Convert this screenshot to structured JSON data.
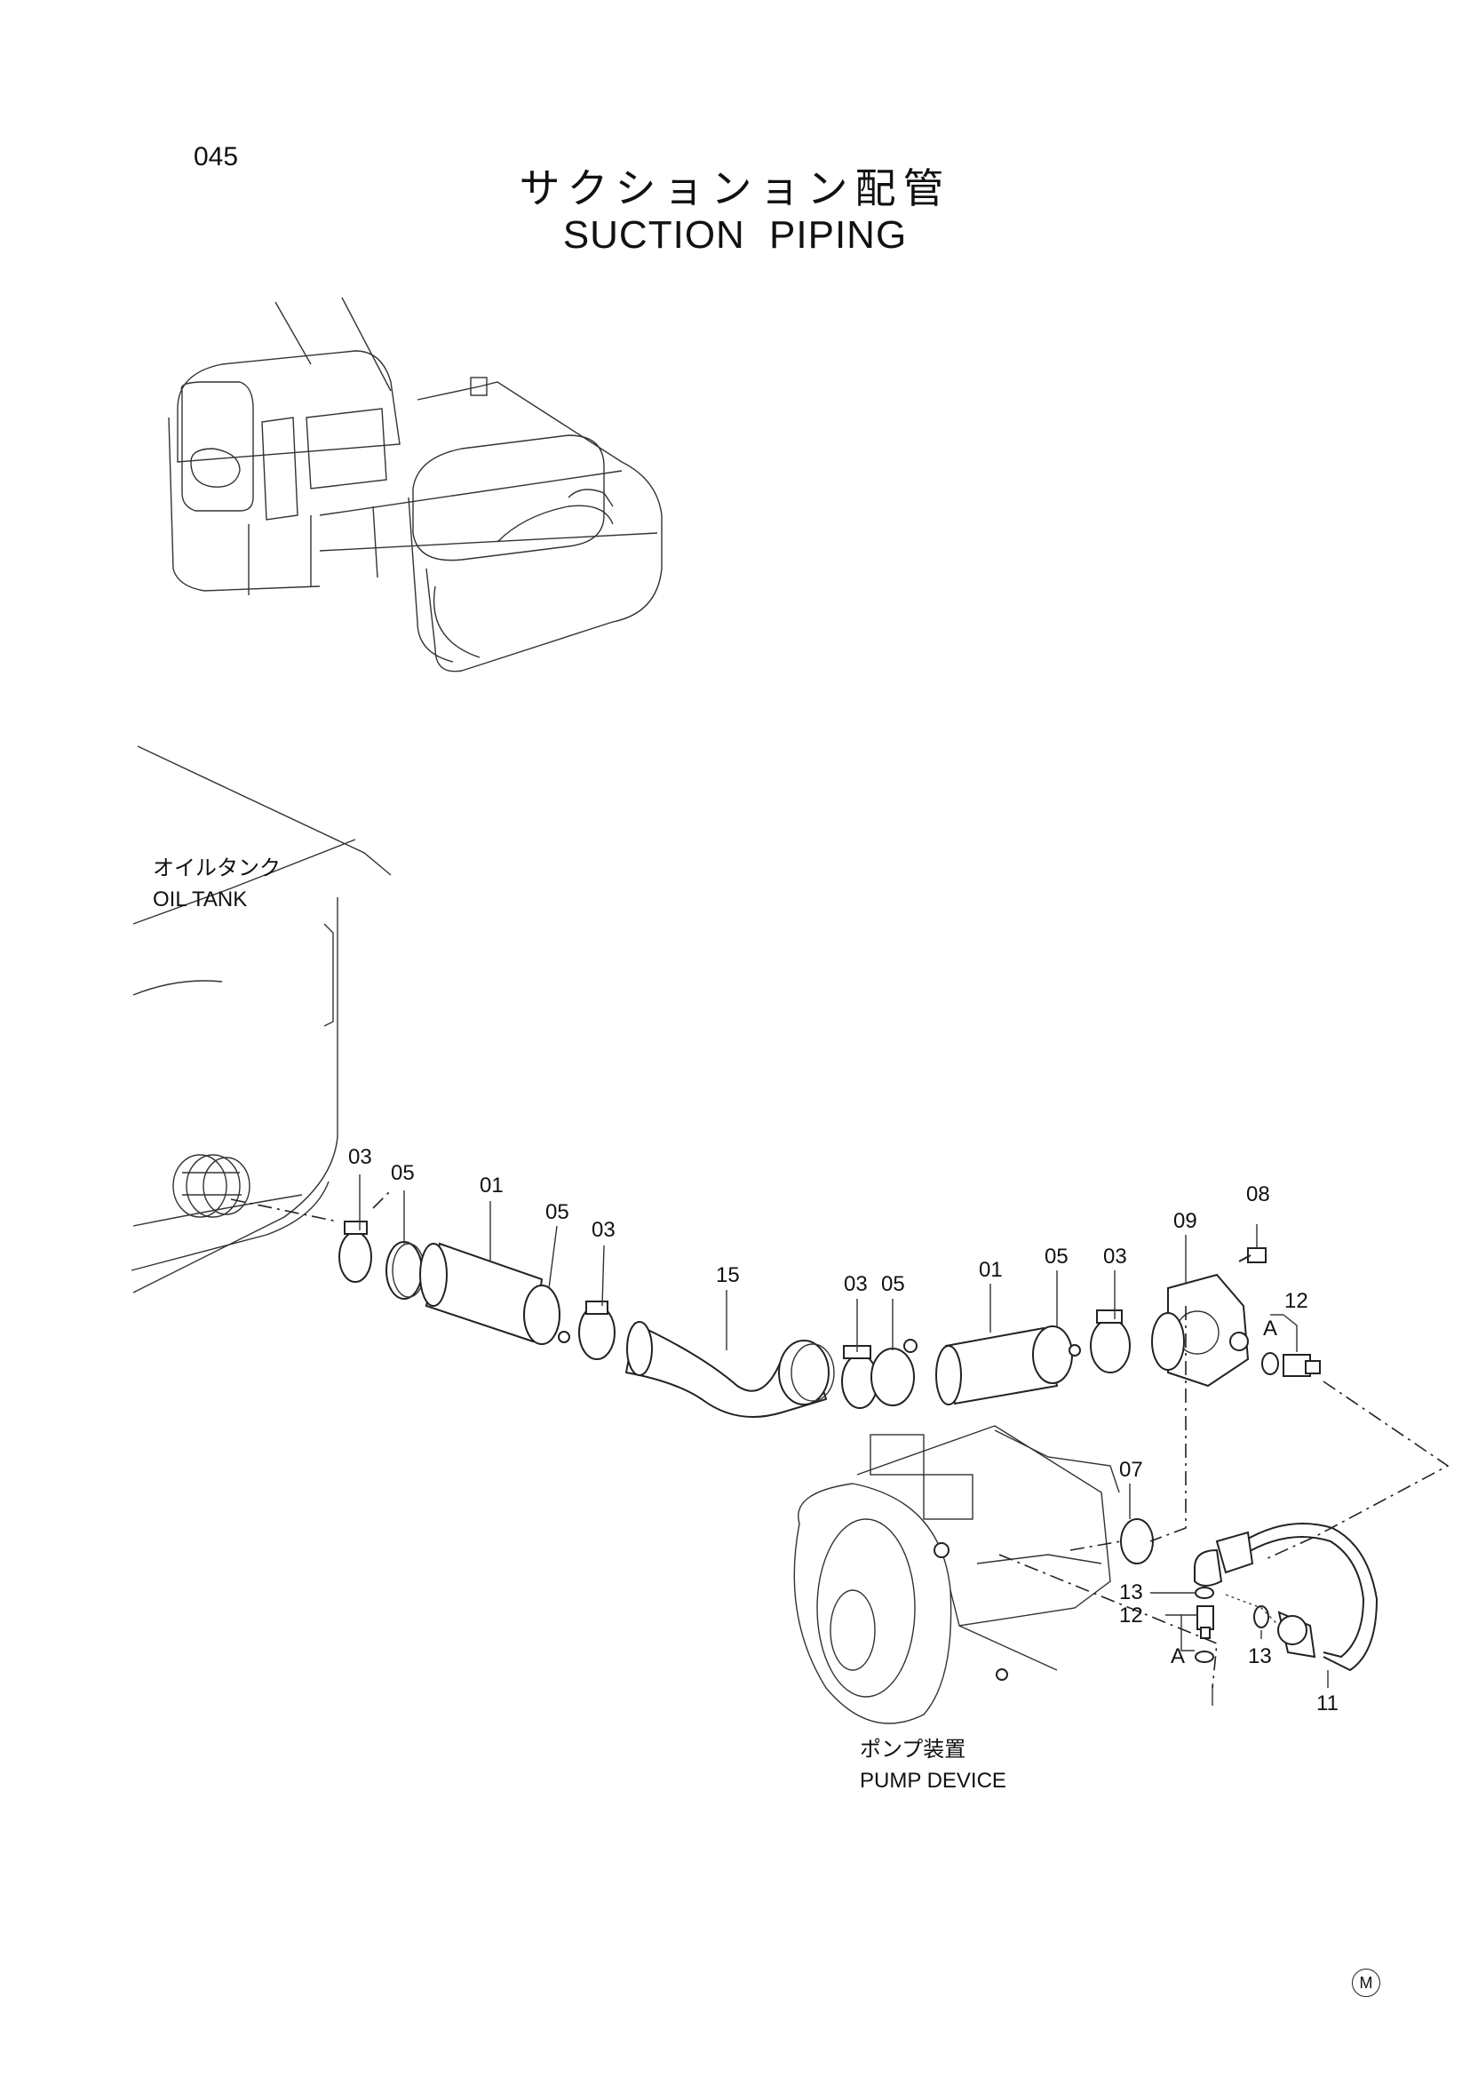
{
  "page": {
    "number": "045",
    "title_jp": "サクションョン配管",
    "title_en": "SUCTION  PIPING",
    "corner_mark": "M"
  },
  "labels": {
    "oil_tank_jp": "オイルタンク",
    "oil_tank_en": "OIL TANK",
    "pump_device_jp": "ポンプ装置",
    "pump_device_en": "PUMP DEVICE"
  },
  "callouts": {
    "c1": "03",
    "c2": "05",
    "c3": "01",
    "c4": "05",
    "c5": "03",
    "c6": "15",
    "c7": "03",
    "c8": "05",
    "c9": "01",
    "c10": "05",
    "c11": "03",
    "c12": "09",
    "c13": "08",
    "c14": "12",
    "c15": "A",
    "c16": "07",
    "c17": "13",
    "c18": "12",
    "c19": "A",
    "c20": "13",
    "c21": "11"
  }
}
